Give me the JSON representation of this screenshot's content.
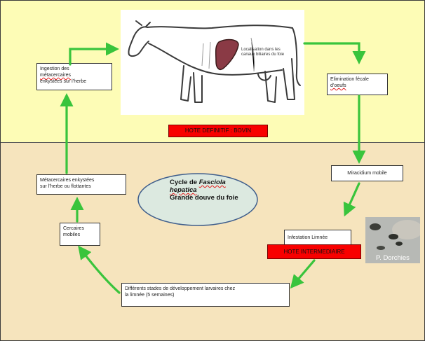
{
  "definitive_host": {
    "label": "HOTE DEFINITIF : BOVIN",
    "liver_label": "Localisation dans les canaux biliaires du foie"
  },
  "steps": {
    "ingestion": {
      "line1": "Ingestion des",
      "line2": "métacercaires",
      "line3": "enkystées sur l’herbe"
    },
    "elimination": {
      "line1": "Elimination fécale",
      "line2": "d’oeufs"
    },
    "miracidium": "Miracidium mobile",
    "infestation": "Infestation Limnée",
    "stades": {
      "line1": "Différents stades de développement larvaires chez",
      "line2": "la limnée (5 semaines)"
    },
    "cercaires": {
      "line1": "Cercaires",
      "line2": "mobiles"
    },
    "metacercaires": {
      "line1": "Métacercaires enkystées",
      "line2": "sur l’herbe ou flottantes"
    }
  },
  "intermediate_host": {
    "label": "HOTE INTERMEDIAIRE"
  },
  "center": {
    "line1_prefix": "Cycle de ",
    "line1_genus": "Fasciola",
    "line2": "hepatica",
    "line3": "Grande douve du foie"
  },
  "photo": {
    "credit": "P. Dorchies"
  },
  "colors": {
    "top_zone": "#fdfcb6",
    "bottom_zone": "#f6e4bd",
    "arrow": "#39c43c",
    "red_label": "#f80000",
    "ellipse_fill": "#dce9e0",
    "ellipse_stroke": "#3f5e8c",
    "liver": "#8a3a45"
  }
}
